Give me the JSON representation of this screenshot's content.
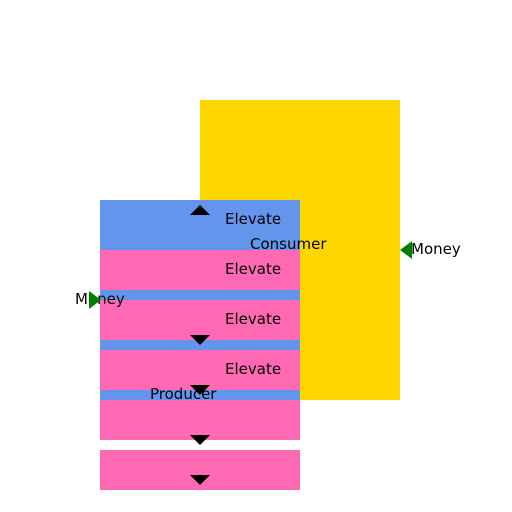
{
  "colors": {
    "consumer": "#FFD700",
    "producer": "#6495ED",
    "band": "#FF69B4",
    "flow_arrow": "#008000",
    "marker": "#000000"
  },
  "consumer": {
    "label": "Consumer"
  },
  "producer": {
    "label": "Producer"
  },
  "bands": [
    {
      "label": "Elevate"
    },
    {
      "label": "Elevate"
    },
    {
      "label": "Elevate"
    },
    {
      "label": "Elevate"
    }
  ],
  "flows": [
    {
      "label": "Money",
      "direction": "left"
    },
    {
      "label": "Money",
      "direction": "right"
    }
  ],
  "markers": [
    {
      "icon": "triangle-up-icon"
    },
    {
      "icon": "triangle-down-icon"
    },
    {
      "icon": "triangle-down-icon"
    },
    {
      "icon": "triangle-down-icon"
    },
    {
      "icon": "triangle-down-icon"
    }
  ]
}
